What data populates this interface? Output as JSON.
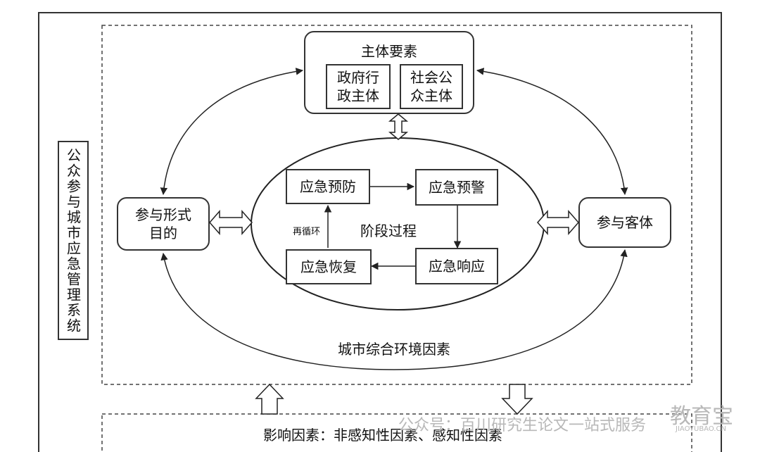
{
  "diagram": {
    "system_title": "公众参与城市应急管理系统",
    "subject": {
      "title": "主体要素",
      "government": "政府行\n政主体",
      "public": "社会公\n众主体"
    },
    "participation_form": "参与形式\n目的",
    "participation_object": "参与客体",
    "process": {
      "center_label": "阶段过程",
      "prevention": "应急预防",
      "warning": "应急预警",
      "response": "应急响应",
      "recovery": "应急恢复",
      "recycle": "再循环"
    },
    "environment": "城市综合环境因素",
    "influence": "影响因素：非感知性因素、感知性因素"
  },
  "watermark": {
    "line1": "公众号：百川研究生论文一站式服务",
    "logo": "教育宝",
    "logo_sub": "JIAOYUBAO.CN"
  }
}
